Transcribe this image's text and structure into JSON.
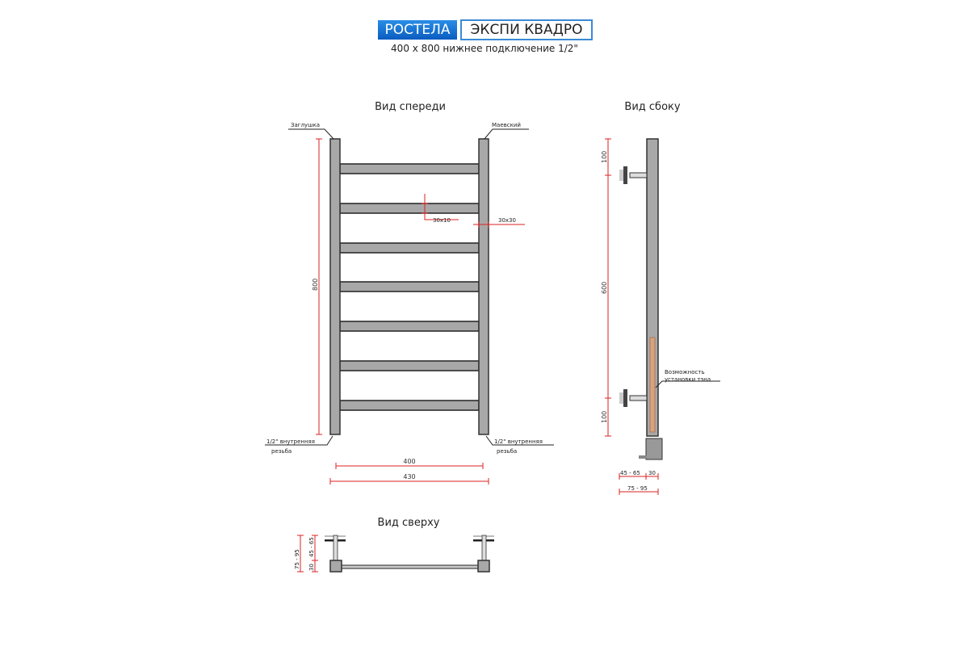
{
  "header": {
    "brand": "РОСТЕЛА",
    "model": "ЭКСПИ КВАДРО",
    "subtitle": "400 x 800 нижнее подключение 1/2\""
  },
  "front_view": {
    "title": "Вид спереди",
    "label_plug": "Заглушка",
    "label_valve": "Маевский",
    "rung_size": "30x10",
    "pipe_size": "30x30",
    "height": "800",
    "thread_left": "1/2\" внутренняя",
    "thread_left_2": "резьба",
    "thread_right": "1/2\" внутренняя",
    "thread_right_2": "резьба",
    "width_axis": "400",
    "width_total": "430"
  },
  "side_view": {
    "title": "Вид сбоку",
    "dim_top": "100",
    "dim_middle": "600",
    "dim_bottom": "100",
    "heater_label_1": "Возможность",
    "heater_label_2": "установки тэна",
    "depth_1": "45 - 65",
    "depth_2": "30",
    "depth_total": "75 - 95"
  },
  "top_view": {
    "title": "Вид сверху",
    "dim_total": "75 - 95",
    "dim_1": "45 - 65",
    "dim_2": "30"
  },
  "colors": {
    "dimension": "#d22222",
    "brand": "#1a6fd0",
    "pipe": "#a8a8a8",
    "heater": "#d9a27a"
  }
}
